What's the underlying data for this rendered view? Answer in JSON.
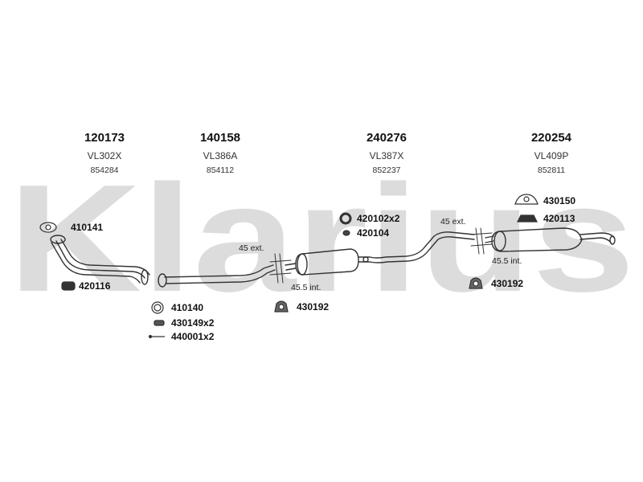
{
  "watermark": {
    "text": "Klarius",
    "color": "#dcdcdc"
  },
  "main_parts": [
    {
      "number": "120173",
      "code": "VL302X",
      "ref": "854284"
    },
    {
      "number": "140158",
      "code": "VL386A",
      "ref": "854112"
    },
    {
      "number": "240276",
      "code": "VL387X",
      "ref": "852237"
    },
    {
      "number": "220254",
      "code": "VL409P",
      "ref": "852811"
    }
  ],
  "accessories": [
    {
      "number": "410141"
    },
    {
      "number": "420116"
    },
    {
      "number": "410140"
    },
    {
      "number": "430149x2"
    },
    {
      "number": "440001x2"
    },
    {
      "number": "430192"
    },
    {
      "number": "420102x2"
    },
    {
      "number": "420104"
    },
    {
      "number": "430150"
    },
    {
      "number": "420113"
    },
    {
      "number": "430192"
    }
  ],
  "annotations": [
    {
      "text": "45 ext."
    },
    {
      "text": "45.5 int."
    },
    {
      "text": "45 ext."
    },
    {
      "text": "45.5 int."
    }
  ]
}
